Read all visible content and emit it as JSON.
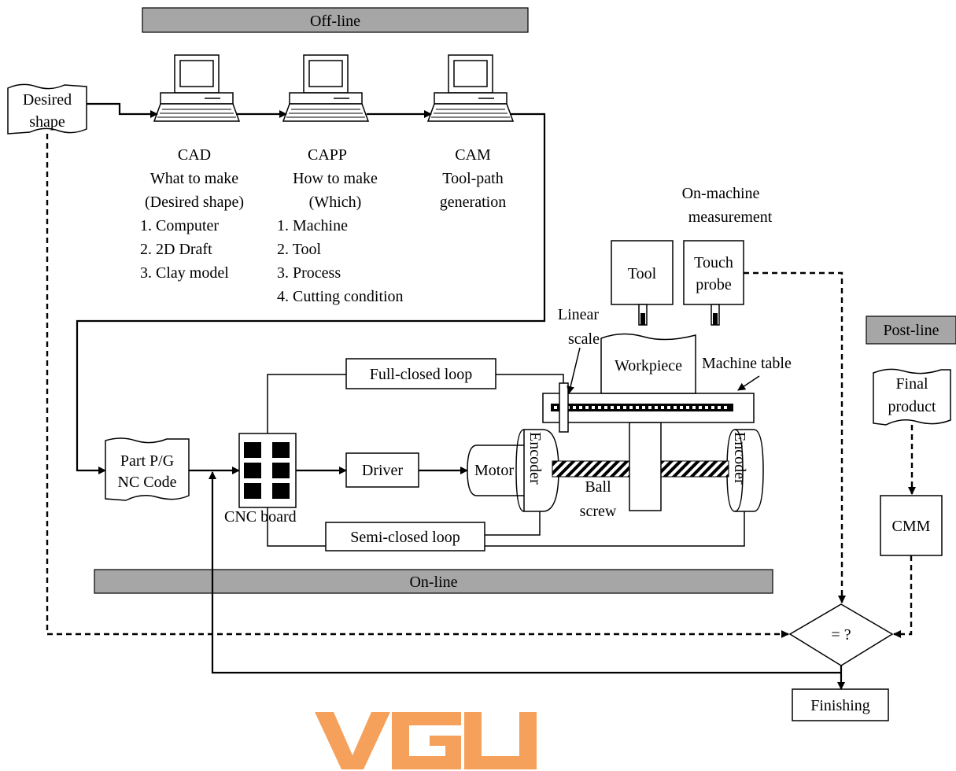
{
  "bars": {
    "offline": "Off-line",
    "online": "On-line",
    "postline": "Post-line"
  },
  "desired_shape": [
    "Desired",
    "shape"
  ],
  "cad": [
    "CAD",
    "What to make",
    "(Desired shape)",
    "1. Computer",
    "2. 2D Draft",
    "3. Clay model"
  ],
  "capp": [
    "CAPP",
    "How to make",
    "(Which)",
    "1. Machine",
    "2. Tool",
    "3. Process",
    "4. Cutting condition"
  ],
  "cam": [
    "CAM",
    "Tool-path",
    "generation"
  ],
  "on_machine": [
    "On-machine",
    "measurement"
  ],
  "tool": "Tool",
  "touch_probe": [
    "Touch",
    "probe"
  ],
  "linear_scale": [
    "Linear",
    "scale"
  ],
  "workpiece": "Workpiece",
  "machine_table": "Machine table",
  "full_closed_loop": "Full-closed loop",
  "semi_closed_loop": "Semi-closed loop",
  "part_pg": [
    "Part P/G",
    "NC Code"
  ],
  "cnc_board": "CNC board",
  "driver": "Driver",
  "motor": "Motor",
  "encoder_left": "Encoder",
  "encoder_right": "Encoder",
  "ball_screw": [
    "Ball",
    "screw"
  ],
  "final_product": [
    "Final",
    "product"
  ],
  "cmm": "CMM",
  "compare": "= ?",
  "finishing": "Finishing",
  "logo": "VGU",
  "colors": {
    "bar_fill": "#a6a6a6",
    "logo": "#f5a15c"
  }
}
